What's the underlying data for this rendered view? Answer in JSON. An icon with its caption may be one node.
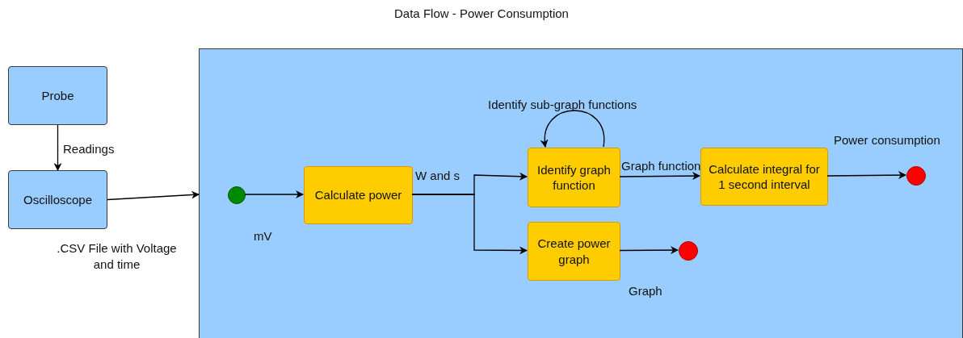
{
  "diagram": {
    "title": "Data Flow - Power Consumption",
    "nodes": [
      {
        "text": [
          "Probe"
        ]
      },
      {
        "text": [
          "Oscilloscope"
        ]
      },
      {
        "text": [],
        "shape": "box"
      },
      {
        "text": [],
        "shape": "circle",
        "in": 2
      },
      {
        "text": [
          "Calculate power"
        ],
        "in": 2
      },
      {
        "text": [
          "Identify graph function"
        ],
        "in": 2
      },
      {
        "text": [
          "Create power graph"
        ],
        "in": 2
      },
      {
        "text": [
          "Calculate integral for 1 second interval"
        ],
        "in": 2
      },
      {
        "text": [],
        "shape": "circle",
        "in": 2
      },
      {
        "text": [],
        "shape": "circle",
        "in": 2
      }
    ],
    "edges": [
      {
        "from": 0,
        "to": 1,
        "arrow": "to",
        "label": "Readings"
      },
      {
        "from": 1,
        "to": 2,
        "arrow": "to",
        "label": ".CSV File with Voltage and time"
      },
      {
        "from": 3,
        "to": 4,
        "arrow": "to",
        "label": "mV"
      },
      {
        "from": 4,
        "to": 5,
        "arrow": "to",
        "label": "W and s"
      },
      {
        "from": 4,
        "to": 6,
        "arrow": "to"
      },
      {
        "from": 5,
        "to": 5,
        "arrow": "to",
        "label": "Identify sub-graph functions"
      },
      {
        "from": 5,
        "to": 7,
        "arrow": "to",
        "label": "Graph function"
      },
      {
        "from": 7,
        "to": 8,
        "arrow": "to",
        "label": "Power consumption"
      },
      {
        "from": 6,
        "to": 9,
        "arrow": "to",
        "label": "Graph"
      }
    ]
  }
}
